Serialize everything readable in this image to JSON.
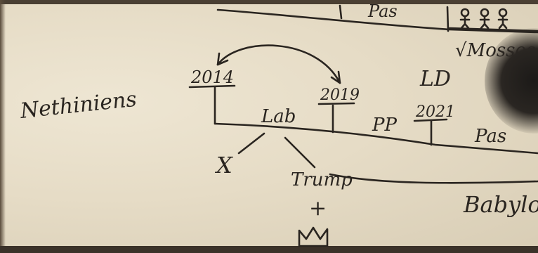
{
  "labels": {
    "pas_top": "Pas",
    "nethiniens": "Nethiniens",
    "year_2014": "2014",
    "year_2019": "2019",
    "year_2021": "2021",
    "lab": "Lab",
    "ld": "LD",
    "pp": "PP",
    "pas_bottom": "Pas",
    "mossos": "√Mossos",
    "trump": "Trump",
    "plus": "+",
    "x_mark": "X",
    "babylon": "Babylon"
  },
  "icons": {
    "people": "stick-figure-icon",
    "crown": "crown-icon",
    "arrow": "curved-arrow-icon"
  },
  "colors": {
    "ink": "#2a2520",
    "paper": "#e8dfca",
    "dark": "#1c1a18"
  }
}
